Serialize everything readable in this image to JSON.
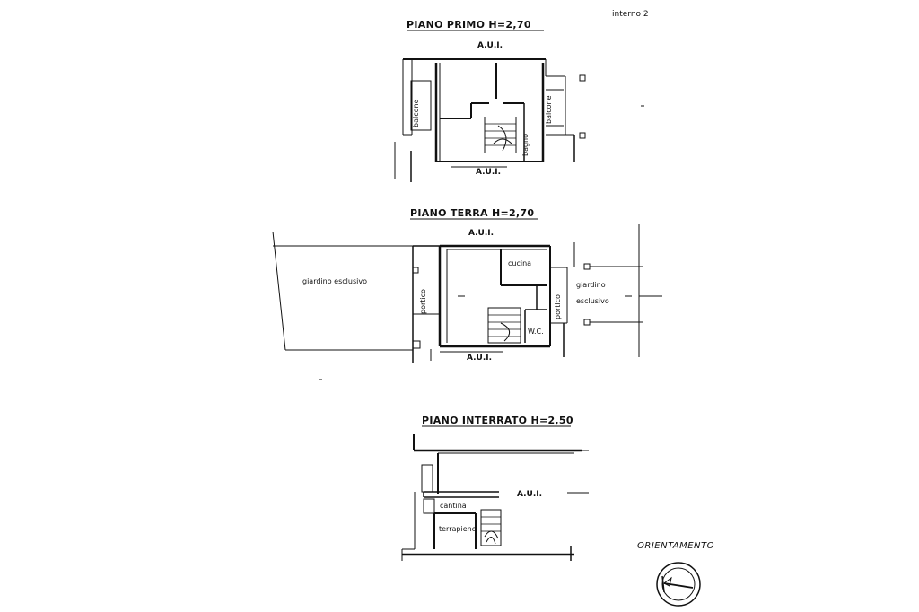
{
  "page": {
    "unit_label": "interno 2"
  },
  "floors": {
    "primo": {
      "title": "PIANO   PRIMO  H=2,70",
      "aui_top": "A.U.I.",
      "aui_bottom": "A.U.I.",
      "balcony_left": "balcone",
      "balcony_right": "balcone",
      "bathroom": "bagno"
    },
    "terra": {
      "title": "PIANO  TERRA  H=2,70",
      "aui_top": "A.U.I.",
      "aui_bottom": "A.U.I.",
      "garden_left": "giardino  esclusivo",
      "portico_left": "portico",
      "kitchen": "cucina",
      "portico_right": "portico",
      "garden_right_1": "giardino",
      "garden_right_2": "esclusivo",
      "wc": "W.C."
    },
    "interrato": {
      "title": "PIANO  INTERRATO    H=2,50",
      "aui": "A.U.I.",
      "cantina": "cantina",
      "terrapieno": "terrapieno"
    }
  },
  "orientation": {
    "label": "ORIENTAMENTO",
    "icon": "compass-icon"
  }
}
